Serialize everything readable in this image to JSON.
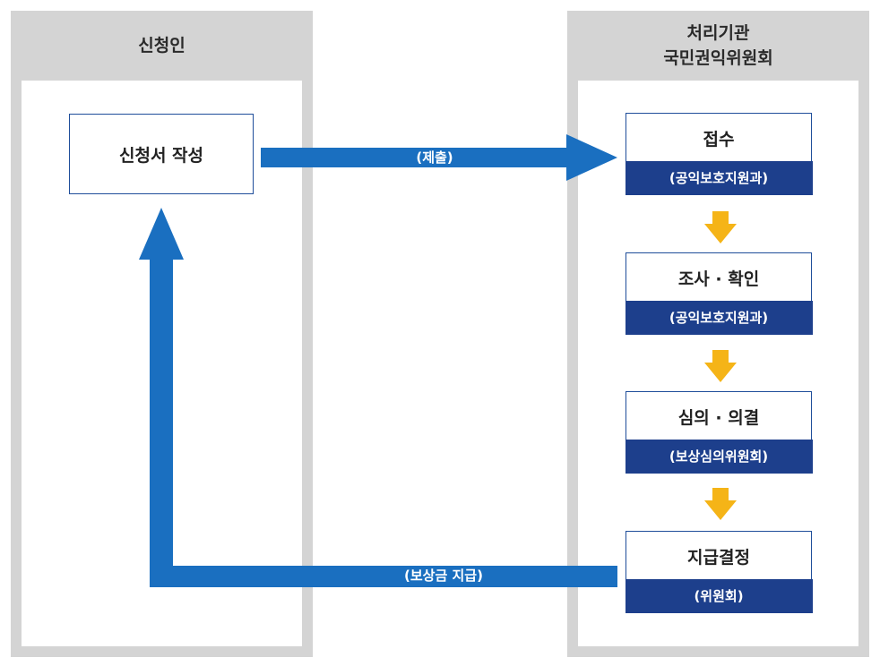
{
  "left_column": {
    "title": "신청인"
  },
  "right_column": {
    "title_line1": "처리기관",
    "title_line2": "국민권익위원회"
  },
  "apply_box": {
    "label": "신청서 작성"
  },
  "steps": [
    {
      "title": "접수",
      "sub": "(공익보호지원과)"
    },
    {
      "title": "조사 · 확인",
      "sub": "(공익보호지원과)"
    },
    {
      "title": "심의 · 의결",
      "sub": "(보상심의위원회)"
    },
    {
      "title": "지급결정",
      "sub": "(위원회)"
    }
  ],
  "arrows": {
    "submit_label": "(제출)",
    "payment_label": "(보상금 지급)"
  },
  "colors": {
    "blue_arrow": "#1a6fc0",
    "navy_band": "#1d3f8c",
    "yellow_arrow": "#f5b417",
    "column_gray": "#d4d4d4"
  }
}
